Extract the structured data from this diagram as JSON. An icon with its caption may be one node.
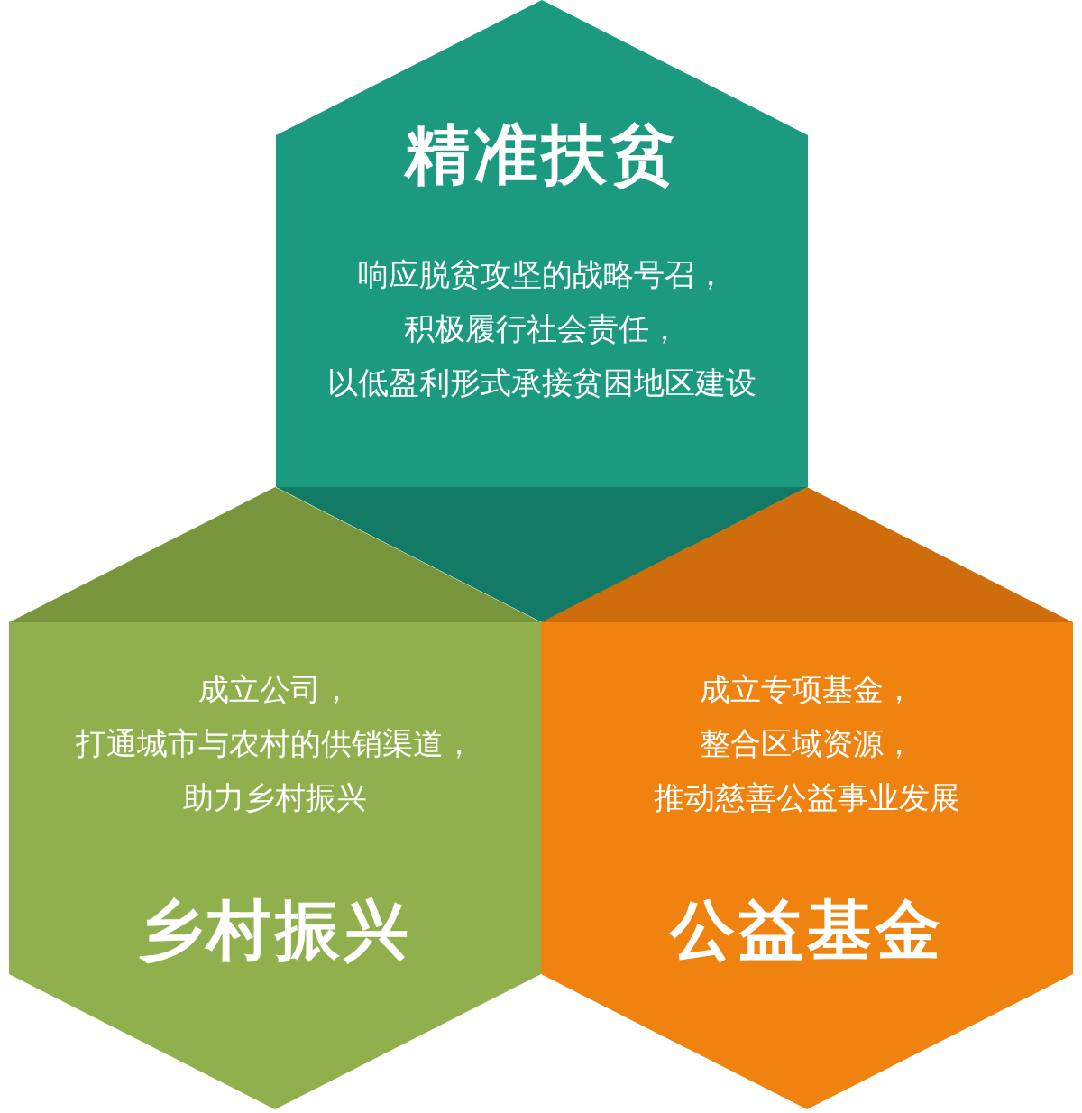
{
  "diagram": {
    "nodes": [
      {
        "text": [
          "精准扶贫",
          "响应脱贫攻坚的战略号召，积极履行社会责任，以低盈利形式承接贫困地区建设"
        ]
      },
      {
        "text": [
          "成立公司，打通城市与农村的供销渠道，助力乡村振兴",
          "乡村振兴"
        ]
      },
      {
        "text": [
          "成立专项基金，整合区域资源，推动慈善公益事业发展",
          "公益基金"
        ]
      }
    ]
  }
}
